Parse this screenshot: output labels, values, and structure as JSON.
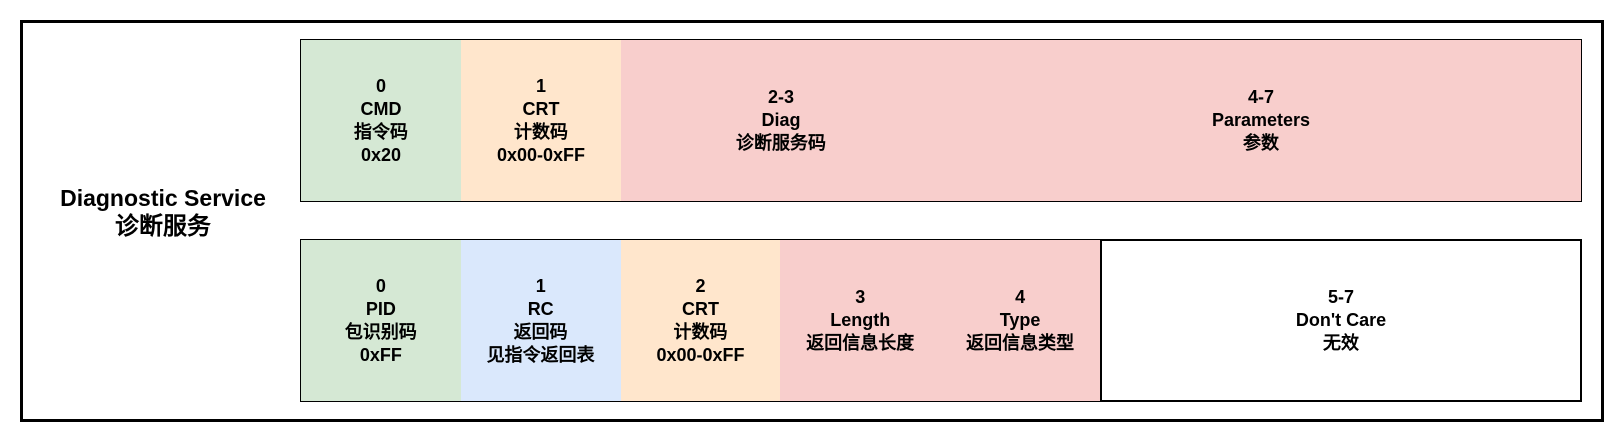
{
  "diagram": {
    "label": {
      "en": "Diagnostic Service",
      "zh": "诊断服务"
    },
    "colors": {
      "green": "#d5e8d4",
      "orange": "#ffe6cc",
      "pink": "#f8cecc",
      "blue": "#dae8fc",
      "white": "#ffffff",
      "border": "#000000"
    },
    "command_packet": {
      "cells": [
        {
          "byte": "0",
          "name": "CMD",
          "zh": "指令码",
          "value": "0x20"
        },
        {
          "byte": "1",
          "name": "CRT",
          "zh": "计数码",
          "value": "0x00-0xFF"
        },
        {
          "byte": "2-3",
          "name": "Diag",
          "zh": "诊断服务码"
        },
        {
          "byte": "4-7",
          "name": "Parameters",
          "zh": "参数"
        }
      ]
    },
    "response_packet": {
      "cells": [
        {
          "byte": "0",
          "name": "PID",
          "zh": "包识别码",
          "value": "0xFF"
        },
        {
          "byte": "1",
          "name": "RC",
          "zh": "返回码",
          "value": "见指令返回表"
        },
        {
          "byte": "2",
          "name": "CRT",
          "zh": "计数码",
          "value": "0x00-0xFF"
        },
        {
          "byte": "3",
          "name": "Length",
          "zh": "返回信息长度"
        },
        {
          "byte": "4",
          "name": "Type",
          "zh": "返回信息类型"
        },
        {
          "byte": "5-7",
          "name": "Don't Care",
          "zh": "无效"
        }
      ]
    }
  }
}
